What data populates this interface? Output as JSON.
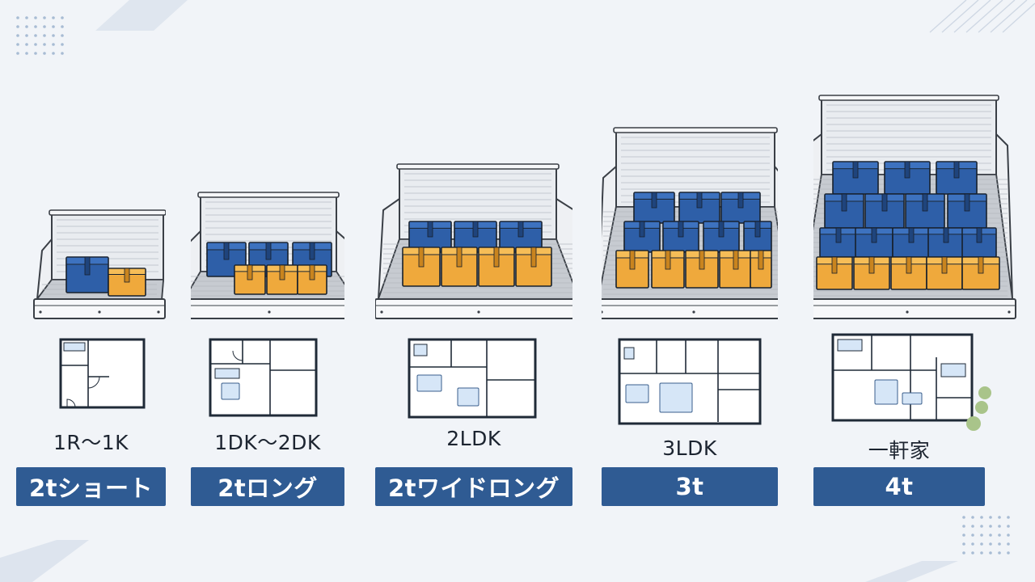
{
  "colors": {
    "background": "#f1f4f8",
    "label_fill": "#2f5b93",
    "box_blue": "#2e5fa8",
    "box_orange": "#efa93c",
    "frame": "#3a3f46",
    "floor": "#c7cbd1",
    "wall": "#e9ecf0"
  },
  "icons": [
    "truck-bed-icon",
    "cardboard-box-icon",
    "floor-plan-icon",
    "shrub-icon"
  ],
  "trucks": [
    {
      "size_label": "2tショート",
      "layout_label": "1R～1K",
      "box_rows": [
        {
          "color": "blue",
          "count": 1
        },
        {
          "color": "orange",
          "count": 1
        }
      ]
    },
    {
      "size_label": "2tロング",
      "layout_label": "1DK～2DK",
      "box_rows": [
        {
          "color": "blue",
          "count": 3
        },
        {
          "color": "orange",
          "count": 3
        }
      ]
    },
    {
      "size_label": "2tワイドロング",
      "layout_label": "2LDK",
      "box_rows": [
        {
          "color": "blue",
          "count": 3
        },
        {
          "color": "orange",
          "count": 4
        }
      ]
    },
    {
      "size_label": "3t",
      "layout_label": "3LDK",
      "box_rows": [
        {
          "color": "blue",
          "count": 3
        },
        {
          "color": "blue",
          "count": 4
        },
        {
          "color": "orange",
          "count": 5
        }
      ]
    },
    {
      "size_label": "4t",
      "layout_label": "一軒家",
      "box_rows": [
        {
          "color": "blue",
          "count": 3
        },
        {
          "color": "blue",
          "count": 4
        },
        {
          "color": "blue",
          "count": 5
        },
        {
          "color": "orange",
          "count": 5
        }
      ]
    }
  ]
}
